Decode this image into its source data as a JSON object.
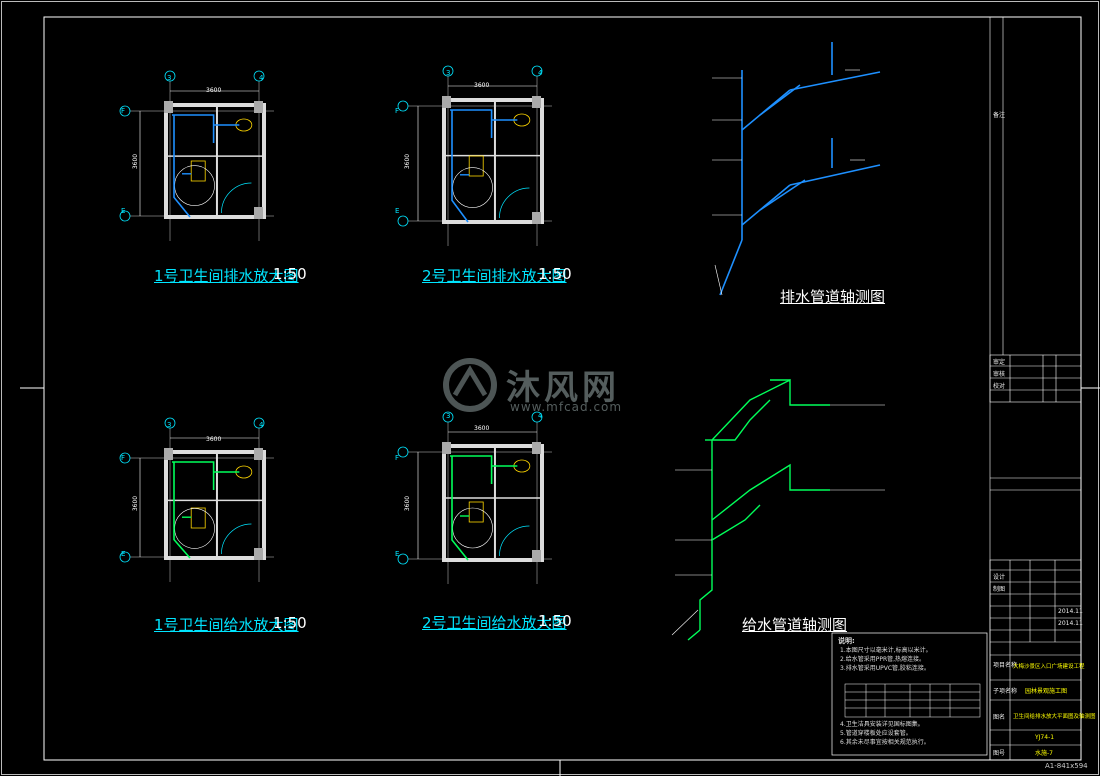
{
  "drawings": {
    "d1": {
      "title": "1号卫生间排水放大图",
      "scale": "1:50",
      "dim_w": "3600",
      "dim_h": "3600",
      "axis_top_left": "3",
      "axis_top_right": "4",
      "axis_left_top": "F",
      "axis_left_bottom": "E"
    },
    "d2": {
      "title": "2号卫生间排水放大图",
      "scale": "1:50",
      "dim_w": "3600",
      "dim_h": "3600",
      "axis_top_left": "3",
      "axis_top_right": "4",
      "axis_left_top": "F",
      "axis_left_bottom": "E"
    },
    "d3": {
      "title": "1号卫生间给水放大图",
      "scale": "1:50",
      "dim_w": "3600",
      "dim_h": "3600",
      "axis_top_left": "3",
      "axis_top_right": "4",
      "axis_left_top": "F",
      "axis_left_bottom": "E"
    },
    "d4": {
      "title": "2号卫生间给水放大图",
      "scale": "1:50",
      "dim_w": "3600",
      "dim_h": "3600",
      "axis_top_left": "3",
      "axis_top_right": "4",
      "axis_left_top": "F",
      "axis_left_bottom": "E"
    },
    "iso_drain": {
      "title": "排水管道轴测图"
    },
    "iso_supply": {
      "title": "给水管道轴测图"
    }
  },
  "watermark": {
    "main": "沐风网",
    "sub": "www.mfcad.com"
  },
  "title_block": {
    "remarks": "备注",
    "approval_rows": [
      "审定",
      "审核",
      "校对",
      "设计",
      "制图"
    ],
    "project_label": "项目名称",
    "project_name": "大梅沙景区入口广场建设工程",
    "subitem_label": "子项名称",
    "subitem_name": "园林景观施工图",
    "drawing_label": "图名",
    "drawing_name": "卫生间给排水放大平面图及轴测图",
    "date1": "2014.11",
    "date2": "2014.11",
    "no_label": "图号",
    "no_value": "水施-7",
    "project_no": "YJ74-1",
    "corner": "A1-841x594"
  },
  "notes": {
    "heading": "说明:",
    "lines": [
      "1.本图尺寸以毫米计,标高以米计。",
      "2.给水管采用PPR管,热熔连接。",
      "3.排水管采用UPVC管,胶粘连接。",
      "4.卫生洁具安装详见国标图集。",
      "5.管道穿楼板处应设套管。",
      "6.其余未尽事宜按相关规范执行。"
    ]
  }
}
